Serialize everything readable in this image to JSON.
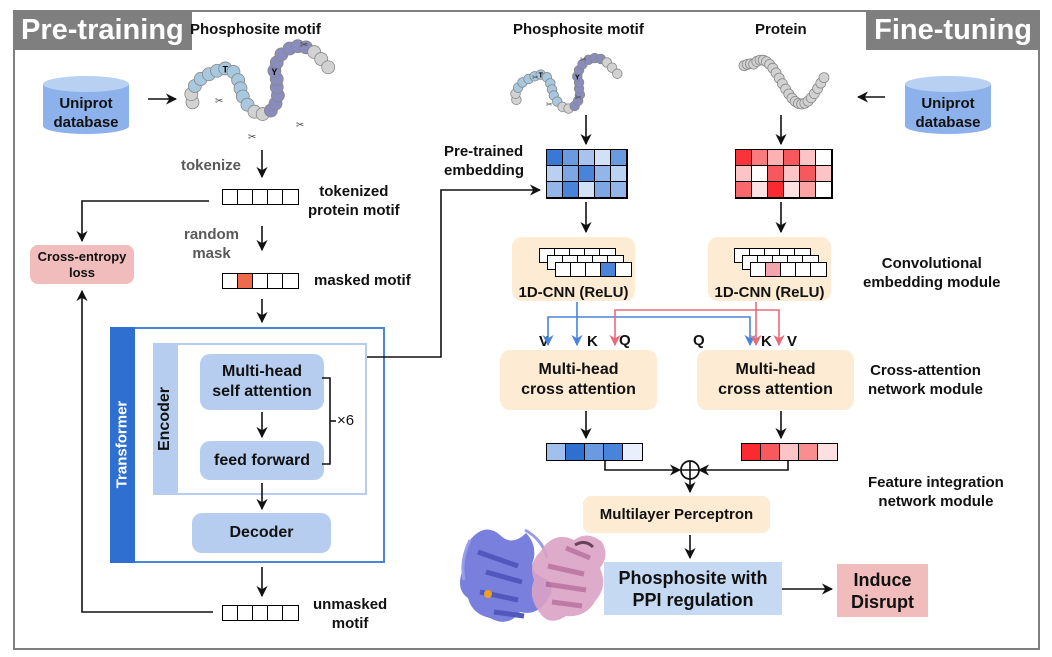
{
  "pretraining": {
    "tag": "Pre-training",
    "motif_title": "Phosphosite motif",
    "db_line1": "Uniprot",
    "db_line2": "database",
    "tokenize_label": "tokenize",
    "tokenized_label_1": "tokenized",
    "tokenized_label_2": "protein motif",
    "random_mask_1": "random",
    "random_mask_2": "mask",
    "masked_label": "masked motif",
    "loss_line1": "Cross-entropy",
    "loss_line2": "loss",
    "transformer_label": "Transformer",
    "encoder_label": "Encoder",
    "self_attn_1": "Multi-head",
    "self_attn_2": "self attention",
    "feed_forward": "feed forward",
    "repeat": "×6",
    "decoder": "Decoder",
    "unmasked_1": "unmasked",
    "unmasked_2": "motif",
    "motif_residue_labels": [
      "T",
      "Y"
    ],
    "mask_color": "#ee6a4a"
  },
  "finetuning": {
    "tag": "Fine-tuning",
    "motif_title": "Phosphosite motif",
    "protein_title": "Protein",
    "db_line1": "Uniprot",
    "db_line2": "database",
    "pretrained_1": "Pre-trained",
    "pretrained_2": "embedding",
    "cnn_label_left": "1D-CNN (ReLU)",
    "cnn_label_right": "1D-CNN (ReLU)",
    "conv_module_1": "Convolutional",
    "conv_module_2": "embedding module",
    "cross_left_1": "Multi-head",
    "cross_left_2": "cross attention",
    "cross_right_1": "Multi-head",
    "cross_right_2": "cross attention",
    "cross_module_1": "Cross-attention",
    "cross_module_2": "network module",
    "left_inputs": [
      "V",
      "K",
      "Q"
    ],
    "right_inputs": [
      "Q",
      "K",
      "V"
    ],
    "feature_module_1": "Feature integration",
    "feature_module_2": "network module",
    "mlp": "Multilayer Perceptron",
    "output_1": "Phosphosite with",
    "output_2": "PPI regulation",
    "result_1": "Induce",
    "result_2": "Disrupt",
    "blue_embedding": [
      [
        "#3a78d6",
        "#6a9ae0",
        "#a8c4ee",
        "#d3e1f7",
        "#6a9ae0"
      ],
      [
        "#b9d0f3",
        "#7fa6e4",
        "#4a84da",
        "#94b5e9",
        "#bcd2f3"
      ],
      [
        "#94b5e9",
        "#4a84da",
        "#d3e1f7",
        "#7fa6e4",
        "#94b5e9"
      ]
    ],
    "red_embedding": [
      [
        "#f8333a",
        "#f87b7e",
        "#fbb0b2",
        "#f6585d",
        "#fcc4c6",
        "#ffffff"
      ],
      [
        "#fcc4c6",
        "#ffffff",
        "#f6585d",
        "#fcc4c6",
        "#f6585d",
        "#fcc4c6"
      ],
      [
        "#f8676b",
        "#fde0e1",
        "#fb2a30",
        "#fde0e1",
        "#fba2a4",
        "#ffffff"
      ]
    ],
    "blue_feature": [
      "#a2c0ec",
      "#2f6fd0",
      "#6a9ae0",
      "#4a84da",
      "#eaf0fb"
    ],
    "red_feature": [
      "#fb2a30",
      "#f8595e",
      "#fcc4c6",
      "#f98d90",
      "#fde0e1"
    ],
    "cnn_left_highlight": "#4a84da",
    "cnn_right_highlight": "#f3a5ae",
    "blue_arrow_color": "#4a84da",
    "red_arrow_color": "#e96a7b"
  }
}
